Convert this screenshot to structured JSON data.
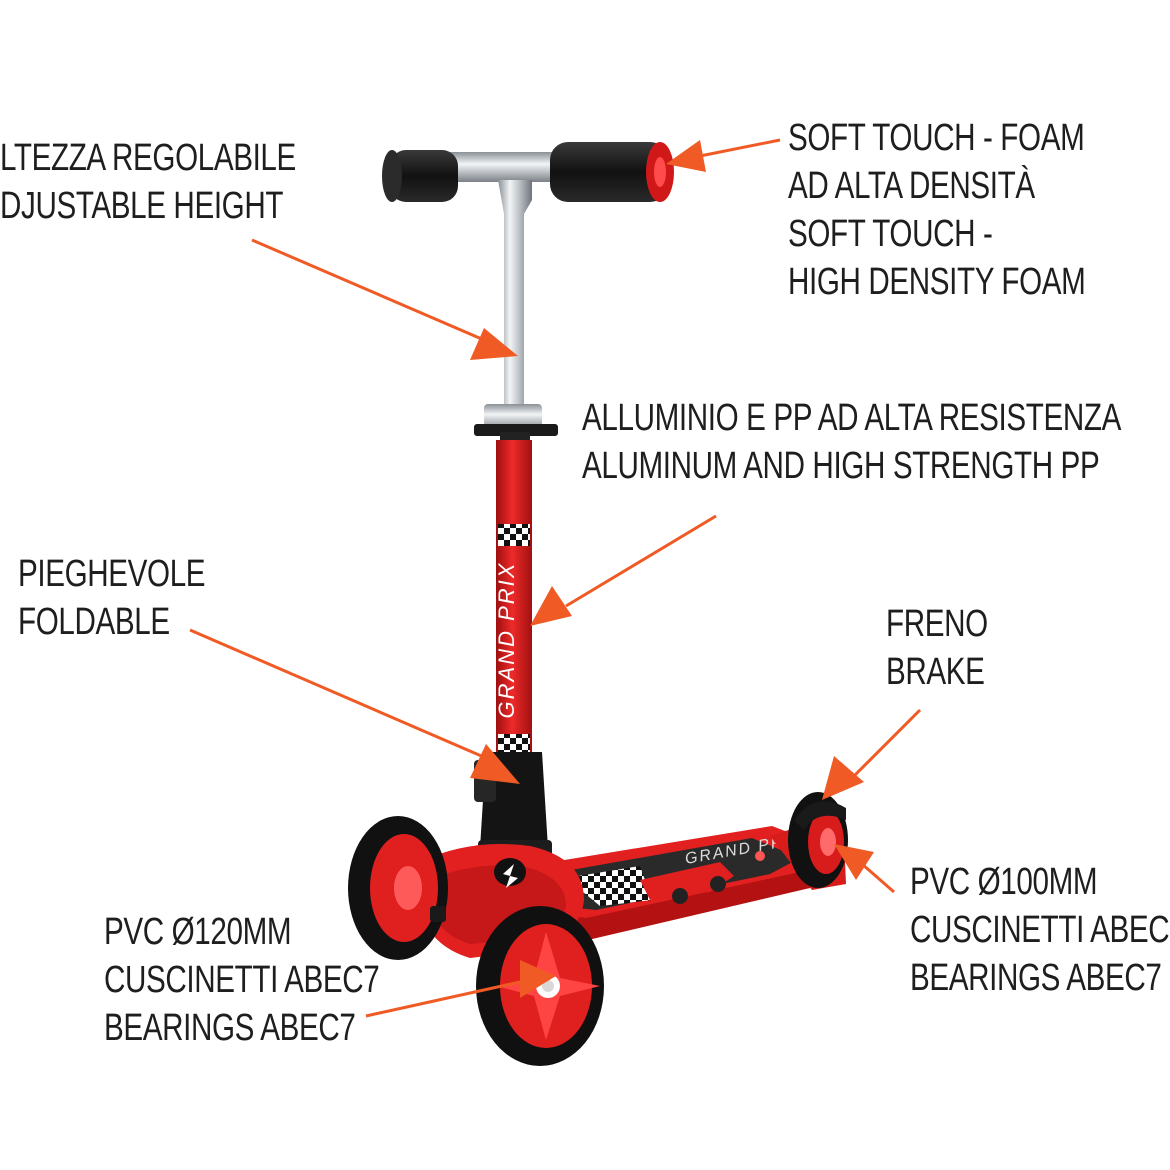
{
  "colors": {
    "accent_arrow": "#f05a24",
    "scooter_red": "#e01f1f",
    "dark_red": "#b01010",
    "black": "#111111",
    "silver": "#c8ccd0",
    "text": "#1e1e1e"
  },
  "callouts": {
    "height": {
      "lines": [
        "LTEZZA REGOLABILE",
        "DJUSTABLE HEIGHT"
      ]
    },
    "grip": {
      "lines": [
        "SOFT TOUCH - FOAM",
        "AD ALTA DENSITÀ",
        "SOFT TOUCH -",
        "HIGH DENSITY FOAM"
      ]
    },
    "material": {
      "lines": [
        "ALLUMINIO E PP AD ALTA RESISTENZA",
        "ALUMINUM AND HIGH STRENGTH PP"
      ]
    },
    "foldable": {
      "lines": [
        "PIEGHEVOLE",
        "FOLDABLE"
      ]
    },
    "brake": {
      "lines": [
        "FRENO",
        "BRAKE"
      ]
    },
    "front_wheels": {
      "lines": [
        "PVC Ø120MM",
        "CUSCINETTI ABEC7",
        "BEARINGS ABEC7"
      ]
    },
    "rear_wheel": {
      "lines": [
        "PVC Ø100MM",
        "CUSCINETTI ABEC",
        "BEARINGS ABEC7"
      ]
    }
  },
  "decals": {
    "stem_text": "GRAND PRIX",
    "deck_text": "GRAND PRIX"
  }
}
